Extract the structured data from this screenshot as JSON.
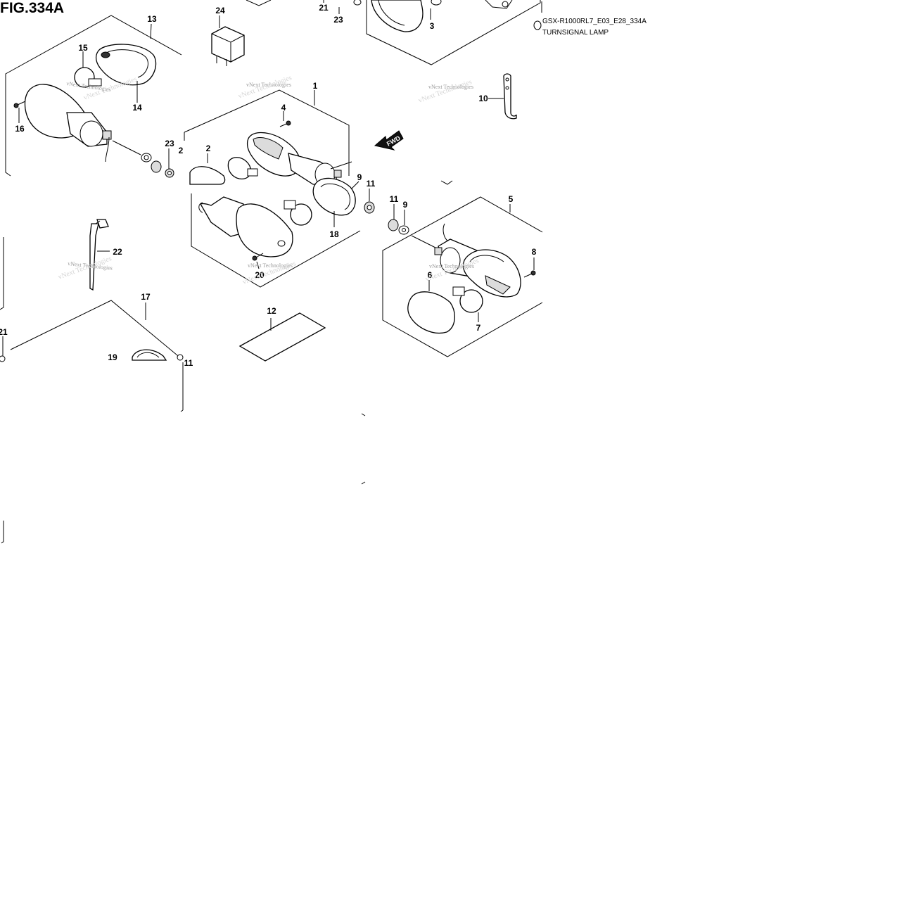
{
  "figure": {
    "title": "FIG.334A",
    "drawing_code": "GSX-R1000RL7_E03_E28_334A",
    "section_name": "TURNSIGNAL LAMP",
    "fwd_label": "FWD",
    "watermark": "vNext Technologies"
  },
  "callouts": [
    {
      "id": "c1",
      "label": "1"
    },
    {
      "id": "c2",
      "label": "2"
    },
    {
      "id": "c3",
      "label": "3"
    },
    {
      "id": "c4",
      "label": "4"
    },
    {
      "id": "c5",
      "label": "5"
    },
    {
      "id": "c6",
      "label": "6"
    },
    {
      "id": "c7",
      "label": "7"
    },
    {
      "id": "c8",
      "label": "8"
    },
    {
      "id": "c9a",
      "label": "9"
    },
    {
      "id": "c9b",
      "label": "9"
    },
    {
      "id": "c10",
      "label": "10"
    },
    {
      "id": "c11a",
      "label": "11"
    },
    {
      "id": "c11b",
      "label": "11"
    },
    {
      "id": "c12",
      "label": "12"
    },
    {
      "id": "c13",
      "label": "13"
    },
    {
      "id": "c14",
      "label": "14"
    },
    {
      "id": "c15",
      "label": "15"
    },
    {
      "id": "c16",
      "label": "16"
    },
    {
      "id": "c17",
      "label": "17"
    },
    {
      "id": "c18",
      "label": "18"
    },
    {
      "id": "c19",
      "label": "19"
    },
    {
      "id": "c20",
      "label": "20"
    },
    {
      "id": "c21a",
      "label": "21"
    },
    {
      "id": "c21b",
      "label": "21"
    },
    {
      "id": "c22",
      "label": "22"
    },
    {
      "id": "c23a",
      "label": "23"
    },
    {
      "id": "c23b",
      "label": "23"
    },
    {
      "id": "c24",
      "label": "24"
    },
    {
      "id": "c2b",
      "label": "2"
    },
    {
      "id": "c11c",
      "label": "11"
    }
  ]
}
